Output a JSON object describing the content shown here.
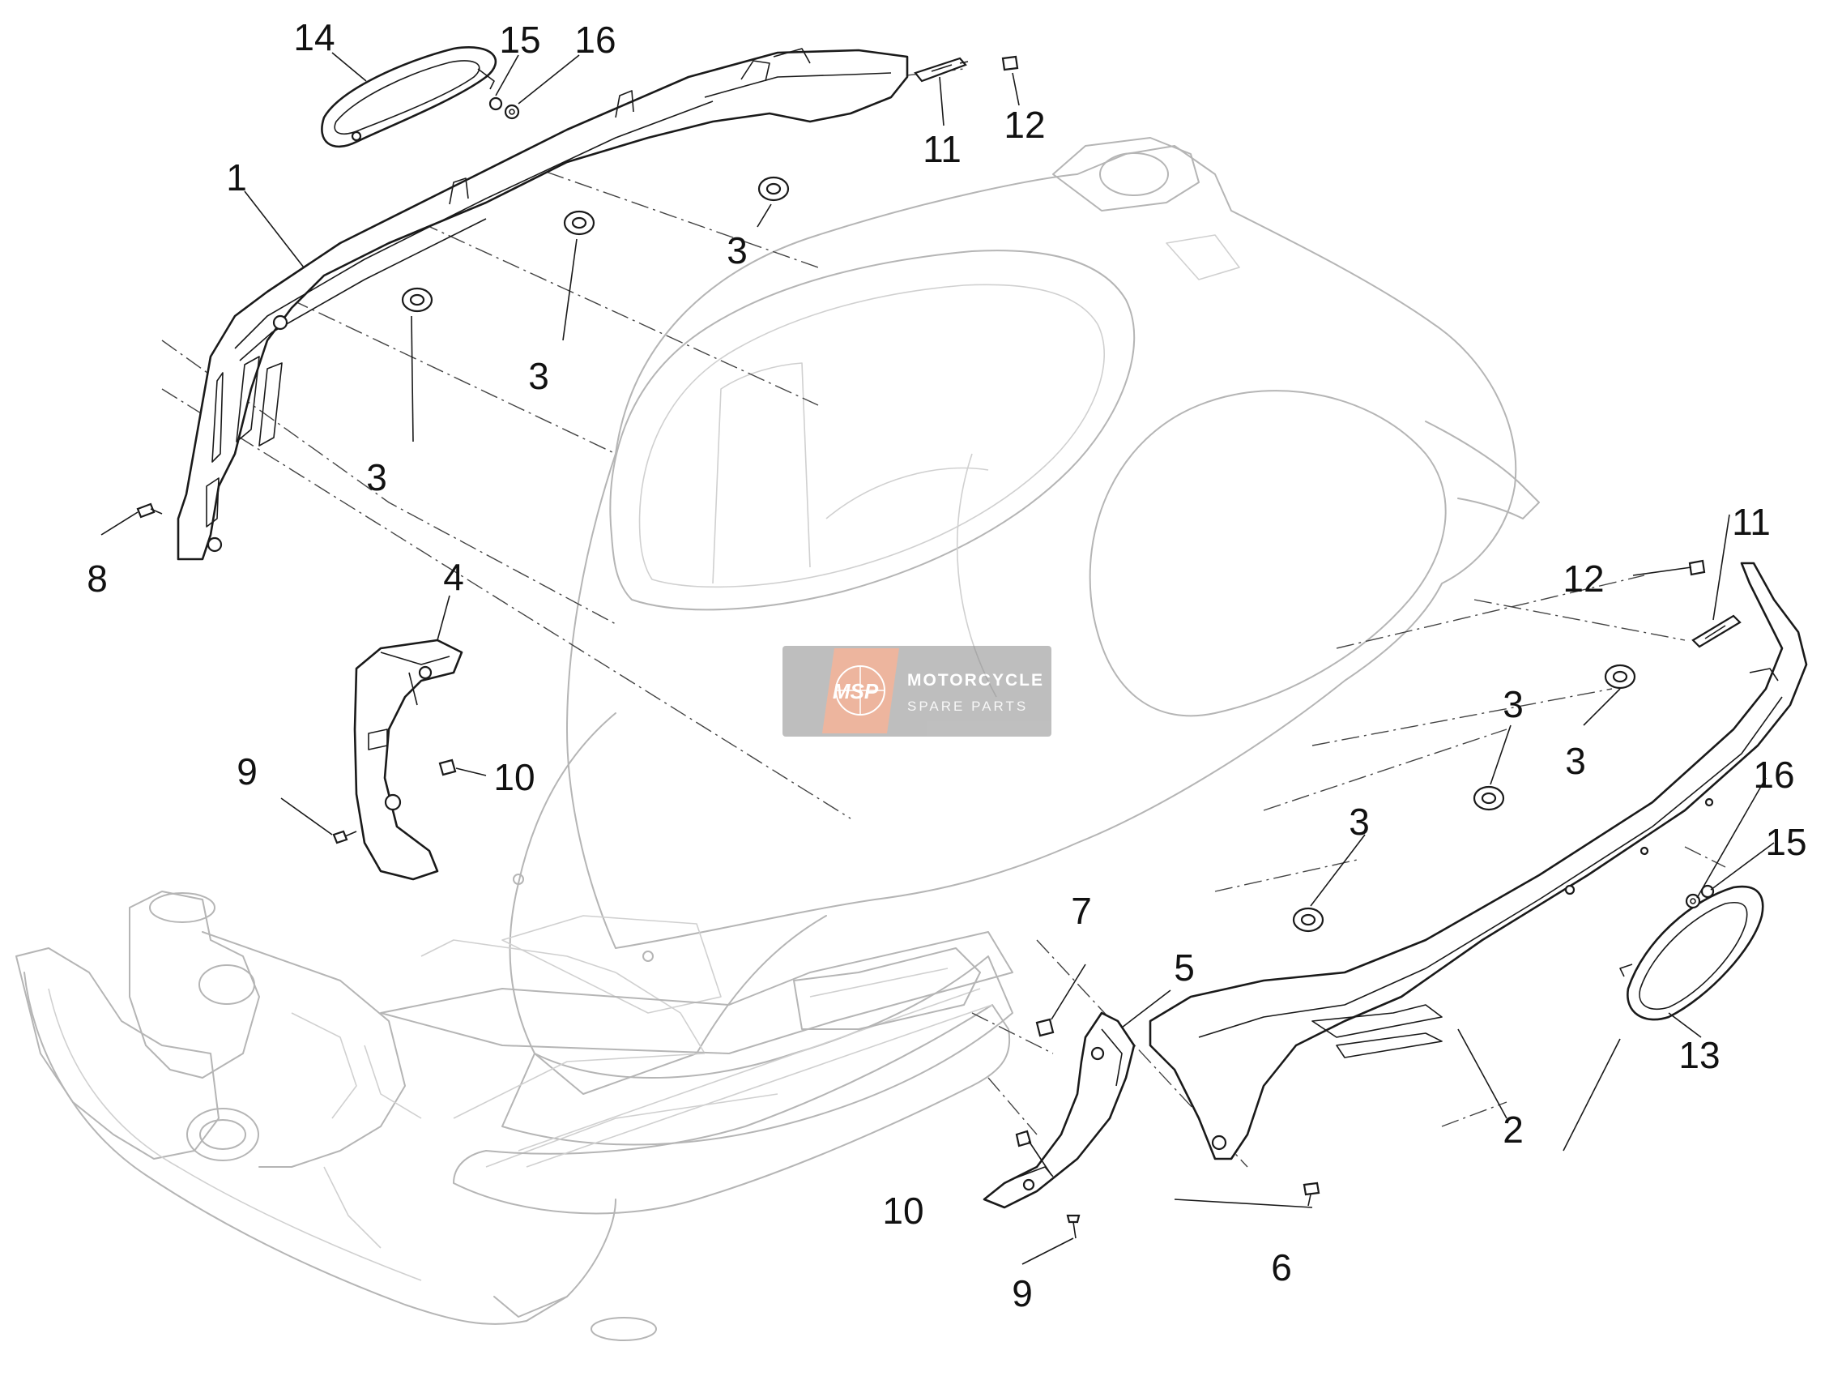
{
  "diagram": {
    "description_labels": {
      "part_1": "1",
      "part_2": "2",
      "part_3a": "3",
      "part_3b": "3",
      "part_3c": "3",
      "part_3d": "3",
      "part_3e": "3",
      "part_3f": "3",
      "part_4": "4",
      "part_5": "5",
      "part_6": "6",
      "part_7": "7",
      "part_8": "8",
      "part_9a": "9",
      "part_9b": "9",
      "part_10a": "10",
      "part_10b": "10",
      "part_11a": "11",
      "part_11b": "11",
      "part_12a": "12",
      "part_12b": "12",
      "part_13": "13",
      "part_14": "14",
      "part_15a": "15",
      "part_15b": "15",
      "part_16a": "16",
      "part_16b": "16"
    }
  },
  "watermark": {
    "logo": "MSP",
    "title": "MOTORCYCLE",
    "subtitle": "SPARE PARTS"
  },
  "colors": {
    "line": "#1a1a1a",
    "ghost": "#b5b5b5",
    "watermark_bg": "#8a8a8a",
    "watermark_logo": "#e07a4f"
  }
}
